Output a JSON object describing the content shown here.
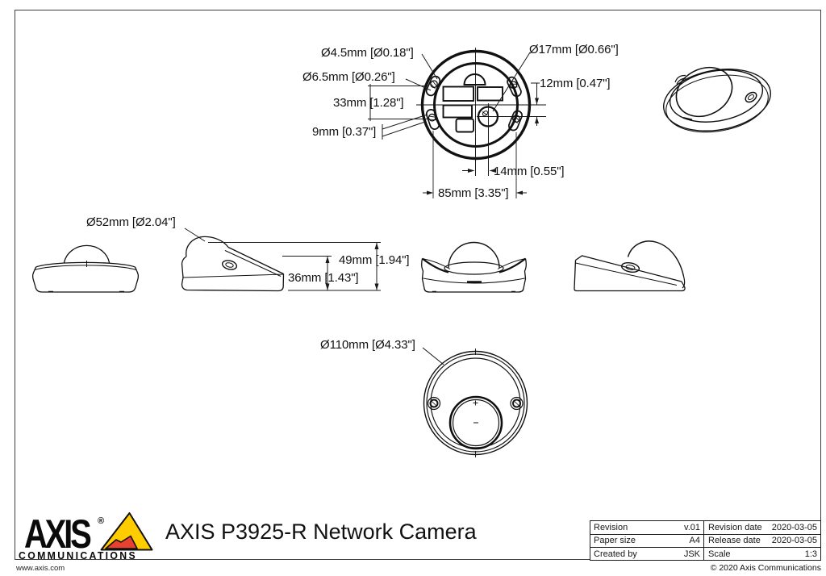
{
  "drawing": {
    "title": "AXIS P3925-R Network Camera",
    "top_view": {
      "labels": {
        "hole_small": "Ø4.5mm [Ø0.18\"]",
        "hole_mid": "Ø6.5mm [Ø0.26\"]",
        "spacing_v": "33mm [1.28\"]",
        "slot_len": "9mm [0.37\"]",
        "hole_large": "Ø17mm [Ø0.66\"]",
        "offset_v": "12mm [0.47\"]",
        "offset_h": "14mm [0.55\"]",
        "spacing_h": "85mm [3.35\"]"
      }
    },
    "profile_views": {
      "labels": {
        "dome_dia": "Ø52mm [Ø2.04\"]",
        "height_total": "49mm [1.94\"]",
        "height_body": "36mm [1.43\"]"
      }
    },
    "bottom_view": {
      "labels": {
        "base_dia": "Ø110mm [Ø4.33\"]"
      }
    }
  },
  "logo": {
    "brand": "AXIS",
    "registered": "®",
    "subtitle": "COMMUNICATIONS",
    "colors": {
      "yellow": "#ffcc00",
      "red": "#e8412f",
      "outline": "#111111"
    }
  },
  "title_block": {
    "rows": [
      {
        "label1": "Revision",
        "value1": "v.01",
        "label2": "Revision date",
        "value2": "2020-03-05"
      },
      {
        "label1": "Paper size",
        "value1": "A4",
        "label2": "Release date",
        "value2": "2020-03-05"
      },
      {
        "label1": "Created by",
        "value1": "JSK",
        "label2": "Scale",
        "value2": "1:3"
      }
    ]
  },
  "footer": {
    "website": "www.axis.com",
    "copyright": "© 2020 Axis Communications"
  }
}
